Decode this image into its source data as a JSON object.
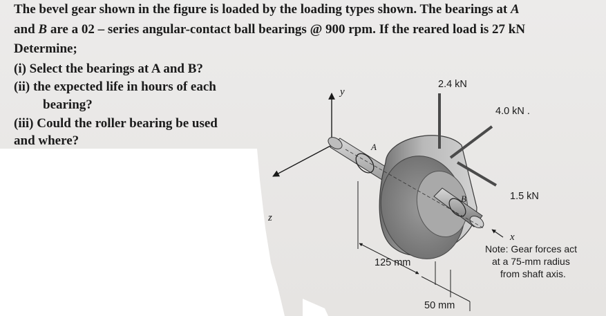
{
  "problem": {
    "line1": "The bevel gear shown in the figure is loaded by the loading types shown. The bearings at",
    "line1_A": "A",
    "line2_B": "B",
    "line2": "are a 02 – series angular-contact ball bearings @ 900 rpm. If the reared load is 27 kN",
    "line2_and": "and",
    "line3": "Determine;",
    "q1": "(i) Select the bearings at A and B?",
    "q2a": "(ii) the expected life in hours of each",
    "q2b": "bearing?",
    "q3a": "(iii) Could the roller bearing be used",
    "q3b": "and where?"
  },
  "figure": {
    "force_vertical": "2.4 kN",
    "force_diag": "4.0 kN .",
    "force_axial": "1.5 kN",
    "axis_y": "y",
    "axis_z": "z",
    "axis_x": "x",
    "bearing_a": "A",
    "bearing_b": "B",
    "dim_125": "125 mm",
    "dim_50": "50 mm",
    "note_l1": "Note: Gear forces act",
    "note_l2": "at a 75-mm radius",
    "note_l3": "from shaft axis."
  }
}
